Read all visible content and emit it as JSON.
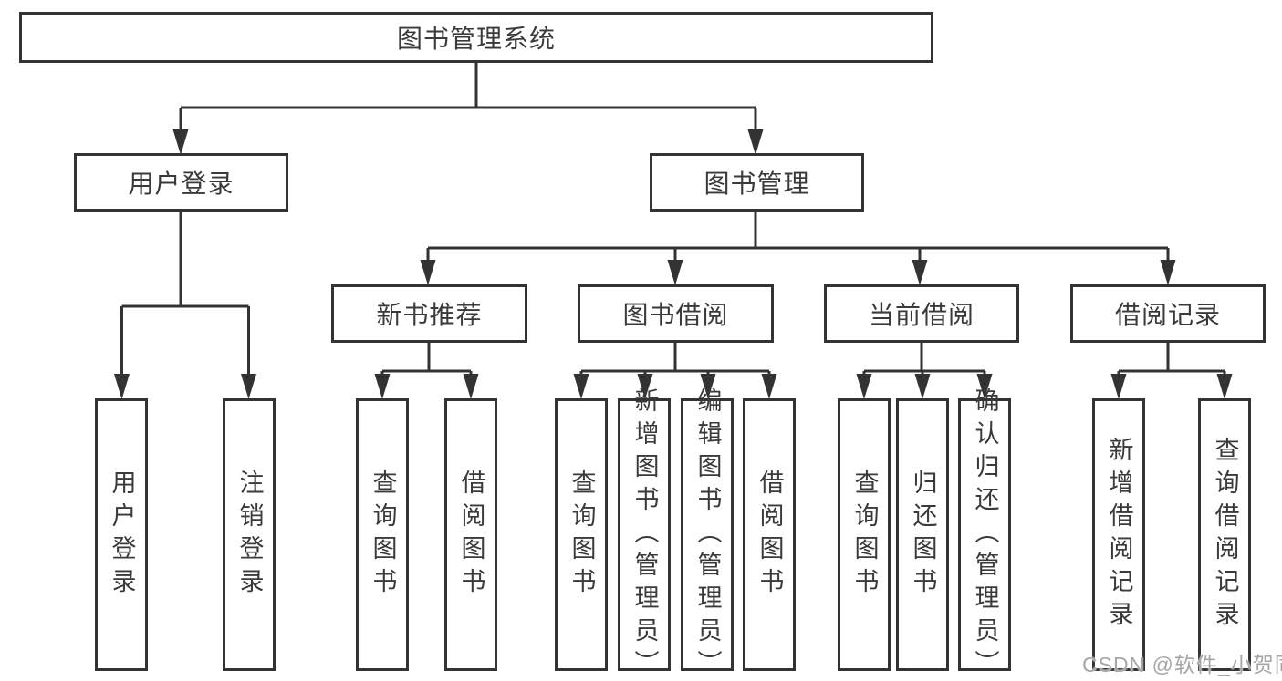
{
  "diagram": {
    "root": {
      "label": "图书管理系统"
    },
    "level2": [
      {
        "label": "用户登录",
        "children": [
          {
            "label": "用户登录"
          },
          {
            "label": "注销登录"
          }
        ]
      },
      {
        "label": "图书管理",
        "children": [
          {
            "label": "新书推荐",
            "children": [
              {
                "label": "查询图书"
              },
              {
                "label": "借阅图书"
              }
            ]
          },
          {
            "label": "图书借阅",
            "children": [
              {
                "label": "查询图书"
              },
              {
                "label": "新增图书（管理员）"
              },
              {
                "label": "编辑图书（管理员）"
              },
              {
                "label": "借阅图书"
              }
            ]
          },
          {
            "label": "当前借阅",
            "children": [
              {
                "label": "查询图书"
              },
              {
                "label": "归还图书"
              },
              {
                "label": "确认归还（管理员）"
              }
            ]
          },
          {
            "label": "借阅记录",
            "children": [
              {
                "label": "新增借阅记录"
              },
              {
                "label": "查询借阅记录"
              }
            ]
          }
        ]
      }
    ],
    "watermark": "CSDN @软件_小贺同学",
    "colors": {
      "line": "#333333",
      "text": "#3a3a3a",
      "background": "#ffffff",
      "watermark": "#a6a6a6"
    }
  }
}
